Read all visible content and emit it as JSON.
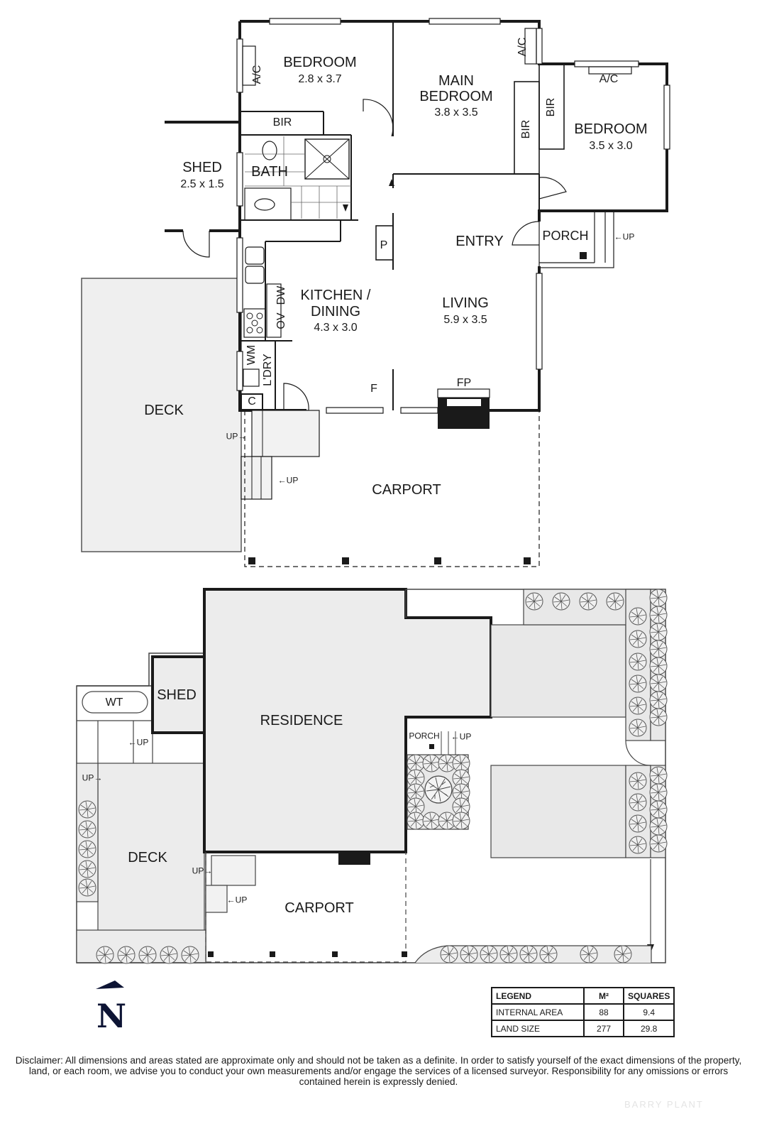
{
  "floor_plan": {
    "rooms": [
      {
        "id": "bedroom-2",
        "name": "BEDROOM",
        "size": "2.8 x 3.7"
      },
      {
        "id": "main-bedroom",
        "name_line1": "MAIN",
        "name_line2": "BEDROOM",
        "size": "3.8 x 3.5"
      },
      {
        "id": "bedroom-3",
        "name": "BEDROOM",
        "size": "3.5 x 3.0"
      },
      {
        "id": "shed",
        "name": "SHED",
        "size": "2.5 x 1.5"
      },
      {
        "id": "bath",
        "name": "BATH"
      },
      {
        "id": "kitchen-dining",
        "name_line1": "KITCHEN /",
        "name_line2": "DINING",
        "size": "4.3 x 3.0"
      },
      {
        "id": "living",
        "name": "LIVING",
        "size": "5.9 x 3.5"
      },
      {
        "id": "entry",
        "name": "ENTRY"
      },
      {
        "id": "porch",
        "name": "PORCH"
      },
      {
        "id": "deck",
        "name": "DECK"
      },
      {
        "id": "carport",
        "name": "CARPORT"
      }
    ],
    "fixtures": {
      "ac": "A/C",
      "bir": "BIR",
      "pantry": "P",
      "oven": "OV",
      "dishwasher": "DW",
      "washing_machine": "WM",
      "laundry": "L'DRY",
      "cupboard": "C",
      "fridge": "F",
      "fireplace": "FP",
      "up": "UP"
    }
  },
  "site_plan": {
    "residence": "RESIDENCE",
    "shed": "SHED",
    "water_tank": "WT",
    "porch": "PORCH",
    "deck": "DECK",
    "carport": "CARPORT",
    "up": "UP"
  },
  "compass": {
    "label": "N"
  },
  "legend": {
    "headers": [
      "LEGEND",
      "M²",
      "SQUARES"
    ],
    "rows": [
      {
        "label": "INTERNAL AREA",
        "m2": "88",
        "squares": "9.4"
      },
      {
        "label": "LAND SIZE",
        "m2": "277",
        "squares": "29.8"
      }
    ]
  },
  "disclaimer": "Disclaimer: All dimensions and areas stated are approximate only and should not be taken as a definite. In order to satisfy yourself of the exact dimensions of the property, land, or each room, we advise you to conduct your own measurements and/or engage the services of a licensed surveyor. Responsibility for any omissions or errors contained herein is expressly denied.",
  "watermark": "BARRY PLANT",
  "colors": {
    "wall": "#1a1a1a",
    "deck_fill": "#efefef",
    "site_fill": "#e8e8e8",
    "compass": "#0d1434"
  }
}
